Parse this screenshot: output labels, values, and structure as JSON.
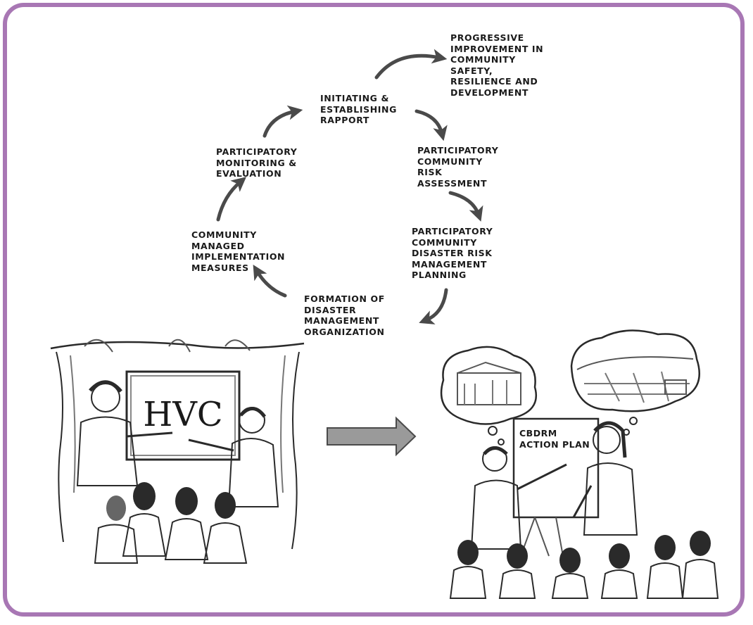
{
  "cycle": {
    "outcome": [
      "PROGRESSIVE",
      "IMPROVEMENT IN",
      "COMMUNITY",
      "SAFETY,",
      "RESILIENCE AND",
      "DEVELOPMENT"
    ],
    "step_initiating": [
      "INITIATING &",
      "ESTABLISHING",
      "RAPPORT"
    ],
    "step_risk_assessment": [
      "PARTICIPATORY",
      "COMMUNITY",
      "RISK",
      "ASSESSMENT"
    ],
    "step_planning": [
      "PARTICIPATORY",
      "COMMUNITY",
      "DISASTER RISK",
      "MANAGEMENT",
      "PLANNING"
    ],
    "step_formation": [
      "FORMATION OF",
      "DISASTER",
      "MANAGEMENT",
      "ORGANIZATION"
    ],
    "step_implementation": [
      "COMMUNITY",
      "MANAGED",
      "IMPLEMENTATION",
      "MEASURES"
    ],
    "step_monitoring": [
      "PARTICIPATORY",
      "MONITORING &",
      "EVALUATION"
    ]
  },
  "left_scene": {
    "board_text": "HVC"
  },
  "right_scene": {
    "board_text": [
      "CBDRM",
      "ACTION PLAN"
    ]
  },
  "colors": {
    "frame": "#a877b4",
    "arrow": "#4a4a4a",
    "transition_arrow": "#9a9a9a"
  }
}
